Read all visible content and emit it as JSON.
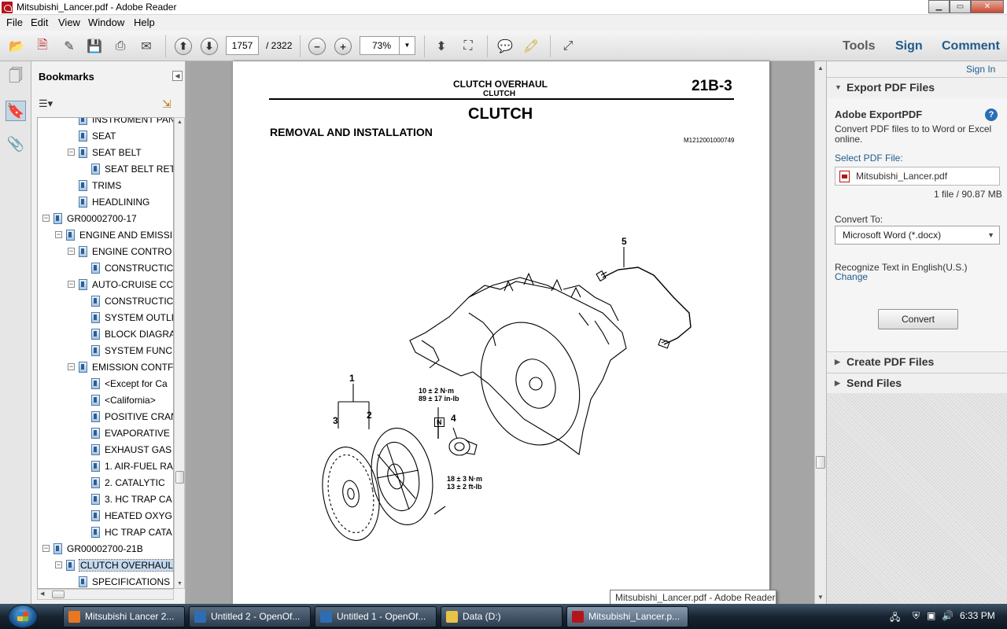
{
  "window": {
    "title": "Mitsubishi_Lancer.pdf - Adobe Reader",
    "btn_min": "▁",
    "btn_max": "▭",
    "btn_close": "✕"
  },
  "menu": [
    "File",
    "Edit",
    "View",
    "Window",
    "Help"
  ],
  "toolbar": {
    "page_current": "1757",
    "page_total": "/  2322",
    "zoom": "73%",
    "zoom_minus": "−",
    "zoom_plus": "+",
    "prev_page": "⬆",
    "next_page": "⬇",
    "links": {
      "tools": "Tools",
      "sign": "Sign",
      "comment": "Comment"
    }
  },
  "bookmarks": {
    "title": "Bookmarks",
    "items": [
      {
        "label": "INSTRUMENT PAN",
        "level": 3,
        "toggle": ""
      },
      {
        "label": "SEAT",
        "level": 3,
        "toggle": ""
      },
      {
        "label": "SEAT BELT",
        "level": 3,
        "toggle": "−"
      },
      {
        "label": "SEAT BELT RET",
        "level": 4,
        "toggle": ""
      },
      {
        "label": "TRIMS",
        "level": 3,
        "toggle": ""
      },
      {
        "label": "HEADLINING",
        "level": 3,
        "toggle": ""
      },
      {
        "label": "GR00002700-17",
        "level": 1,
        "toggle": "−"
      },
      {
        "label": "ENGINE AND EMISSI",
        "level": 2,
        "toggle": "−"
      },
      {
        "label": "ENGINE CONTRO",
        "level": 3,
        "toggle": "−"
      },
      {
        "label": "CONSTRUCTIC",
        "level": 4,
        "toggle": ""
      },
      {
        "label": "AUTO-CRUISE CC",
        "level": 3,
        "toggle": "−"
      },
      {
        "label": "CONSTRUCTIC",
        "level": 4,
        "toggle": ""
      },
      {
        "label": "SYSTEM OUTLI",
        "level": 4,
        "toggle": ""
      },
      {
        "label": "BLOCK DIAGRA",
        "level": 4,
        "toggle": ""
      },
      {
        "label": "SYSTEM FUNC",
        "level": 4,
        "toggle": ""
      },
      {
        "label": "EMISSION CONTF",
        "level": 3,
        "toggle": "−"
      },
      {
        "label": "<Except for Ca",
        "level": 4,
        "toggle": ""
      },
      {
        "label": "<California>",
        "level": 4,
        "toggle": ""
      },
      {
        "label": "POSITIVE CRAN",
        "level": 4,
        "toggle": ""
      },
      {
        "label": "EVAPORATIVE",
        "level": 4,
        "toggle": ""
      },
      {
        "label": "EXHAUST GAS",
        "level": 4,
        "toggle": ""
      },
      {
        "label": "1. AIR-FUEL RA",
        "level": 4,
        "toggle": ""
      },
      {
        "label": "2. CATALYTIC",
        "level": 4,
        "toggle": ""
      },
      {
        "label": "3. HC TRAP CA",
        "level": 4,
        "toggle": ""
      },
      {
        "label": "HEATED OXYG",
        "level": 4,
        "toggle": ""
      },
      {
        "label": "HC TRAP CATA",
        "level": 4,
        "toggle": ""
      },
      {
        "label": "GR00002700-21B",
        "level": 1,
        "toggle": "−"
      },
      {
        "label": "CLUTCH OVERHAUL",
        "level": 2,
        "toggle": "−",
        "selected": true
      },
      {
        "label": "SPECIFICATIONS",
        "level": 3,
        "toggle": ""
      }
    ]
  },
  "page": {
    "header_title": "CLUTCH OVERHAUL",
    "header_sub": "CLUTCH",
    "page_number": "21B-3",
    "heading": "CLUTCH",
    "subheading": "REMOVAL AND INSTALLATION",
    "code": "M1212001000749",
    "callouts": [
      "1",
      "2",
      "3",
      "4",
      "5"
    ],
    "torque1_a": "10 ± 2 N·m",
    "torque1_b": "89 ± 17 in-lb",
    "torque2_a": "18 ± 3 N·m",
    "torque2_b": "13 ± 2 ft-lb",
    "n_mark": "N"
  },
  "right_panel": {
    "sign_in": "Sign In",
    "export_title": "Export PDF Files",
    "adobe_exportpdf": "Adobe ExportPDF",
    "description_1": "Convert PDF files to to Word or Excel",
    "description_2": "online.",
    "select_label": "Select PDF File:",
    "file_name": "Mitsubishi_Lancer.pdf",
    "file_info": "1 file / 90.87 MB",
    "convert_to_label": "Convert To:",
    "convert_to_value": "Microsoft Word (*.docx)",
    "recognize_text": "Recognize Text in English(U.S.)",
    "change_link": "Change",
    "convert_button": "Convert",
    "create_title": "Create PDF Files",
    "send_title": "Send Files"
  },
  "tooltip": "Mitsubishi_Lancer.pdf - Adobe Reader",
  "taskbar": {
    "buttons": [
      {
        "label": "Mitsubishi Lancer 2...",
        "icon_color": "#e87722"
      },
      {
        "label": "Untitled 2 - OpenOf...",
        "icon_color": "#2e6db4"
      },
      {
        "label": "Untitled 1 - OpenOf...",
        "icon_color": "#2e6db4"
      },
      {
        "label": "Data (D:)",
        "icon_color": "#e8c34a"
      },
      {
        "label": "Mitsubishi_Lancer.p...",
        "icon_color": "#b3161a"
      }
    ],
    "time": "6:33 PM"
  }
}
